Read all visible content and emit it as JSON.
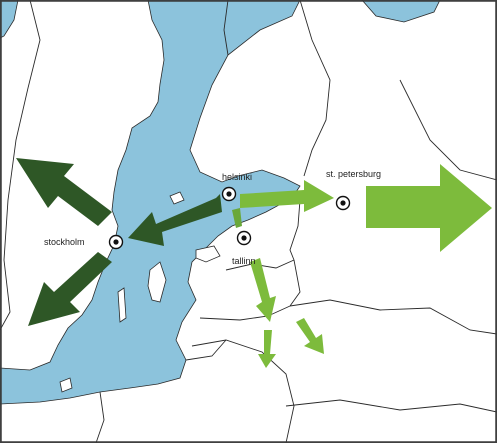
{
  "colors": {
    "sea": "#8cc3dc",
    "land": "#ffffff",
    "border": "#2a2a2a",
    "arrow_dark": "#2e5726",
    "arrow_light": "#7dbb3c",
    "arrow_light_alt": "#6aa83a",
    "frame": "#3a3a3a"
  },
  "cities": {
    "stockholm": {
      "label": "stockholm",
      "icon": "city-marker-icon"
    },
    "helsinki": {
      "label": "helsinki",
      "icon": "city-marker-icon"
    },
    "tallinn": {
      "label": "tallinn",
      "icon": "city-marker-icon"
    },
    "st_petersburg": {
      "label": "st. petersburg",
      "icon": "city-marker-icon"
    }
  },
  "flows": [
    {
      "id": "stockholm-to-northwest",
      "kind": "dark"
    },
    {
      "id": "stockholm-to-southwest",
      "kind": "dark"
    },
    {
      "id": "helsinki-to-stockholm",
      "kind": "dark"
    },
    {
      "id": "helsinki-to-st-petersburg",
      "kind": "light"
    },
    {
      "id": "st-petersburg-to-east",
      "kind": "light"
    },
    {
      "id": "tallinn-to-south",
      "kind": "light"
    },
    {
      "id": "south-branch-southeast",
      "kind": "light"
    }
  ]
}
